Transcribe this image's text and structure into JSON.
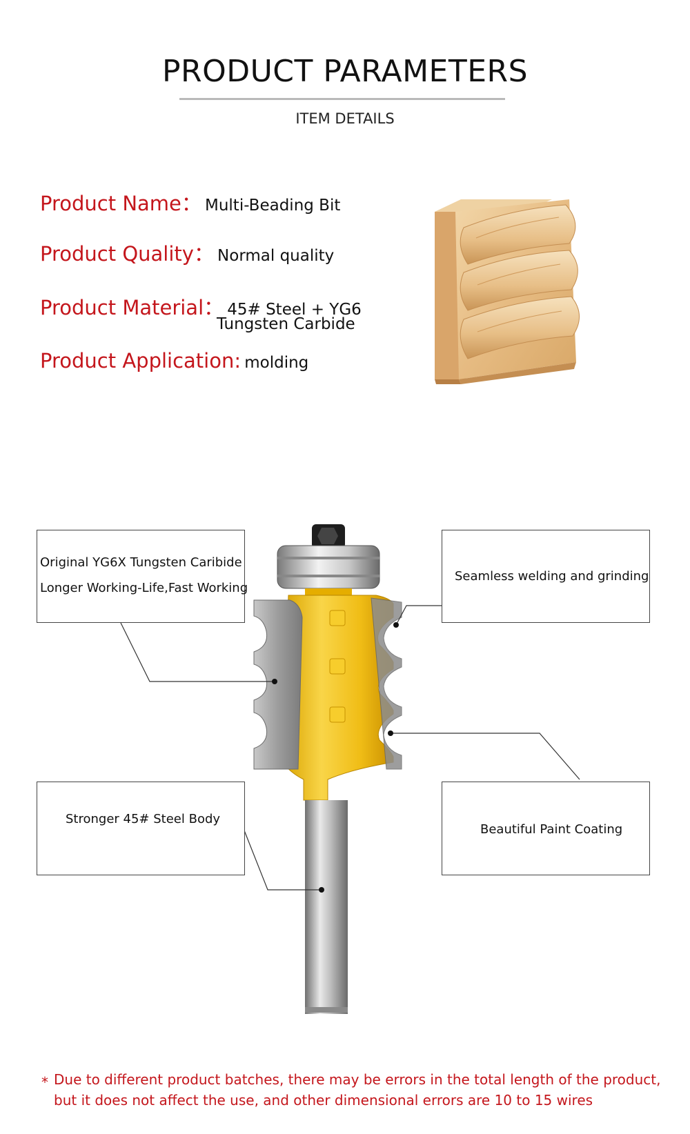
{
  "header": {
    "title": "PRODUCT PARAMETERS",
    "subtitle": "ITEM DETAILS"
  },
  "params": [
    {
      "label": "Product Name：",
      "value": "Multi-Beading Bit"
    },
    {
      "label": "Product Quality：",
      "value": "Normal quality"
    },
    {
      "label": "Product Material：",
      "value": "45# Steel + YG6",
      "value_line2": "Tungsten Carbide"
    },
    {
      "label": "Product Application:",
      "value": "molding"
    }
  ],
  "callouts": {
    "carbide": {
      "line1": "Original YG6X Tungsten Caribide",
      "line2": "Longer Working-Life,Fast Working"
    },
    "welding": {
      "line1": "Seamless welding and grinding"
    },
    "body": {
      "line1": "Stronger 45# Steel Body"
    },
    "paint": {
      "line1": "Beautiful Paint Coating"
    }
  },
  "note": {
    "star": "*",
    "line1": "Due to different product batches, there may be errors in the total length of the product,",
    "line2": "but it does not affect the use, and other dimensional errors are 10 to 15 wires"
  },
  "colors": {
    "label_red": "#c4161c",
    "paint_yellow": "#f3c21c",
    "carbide_gray": "#9a9a9a",
    "wood": "#e9c18c"
  }
}
